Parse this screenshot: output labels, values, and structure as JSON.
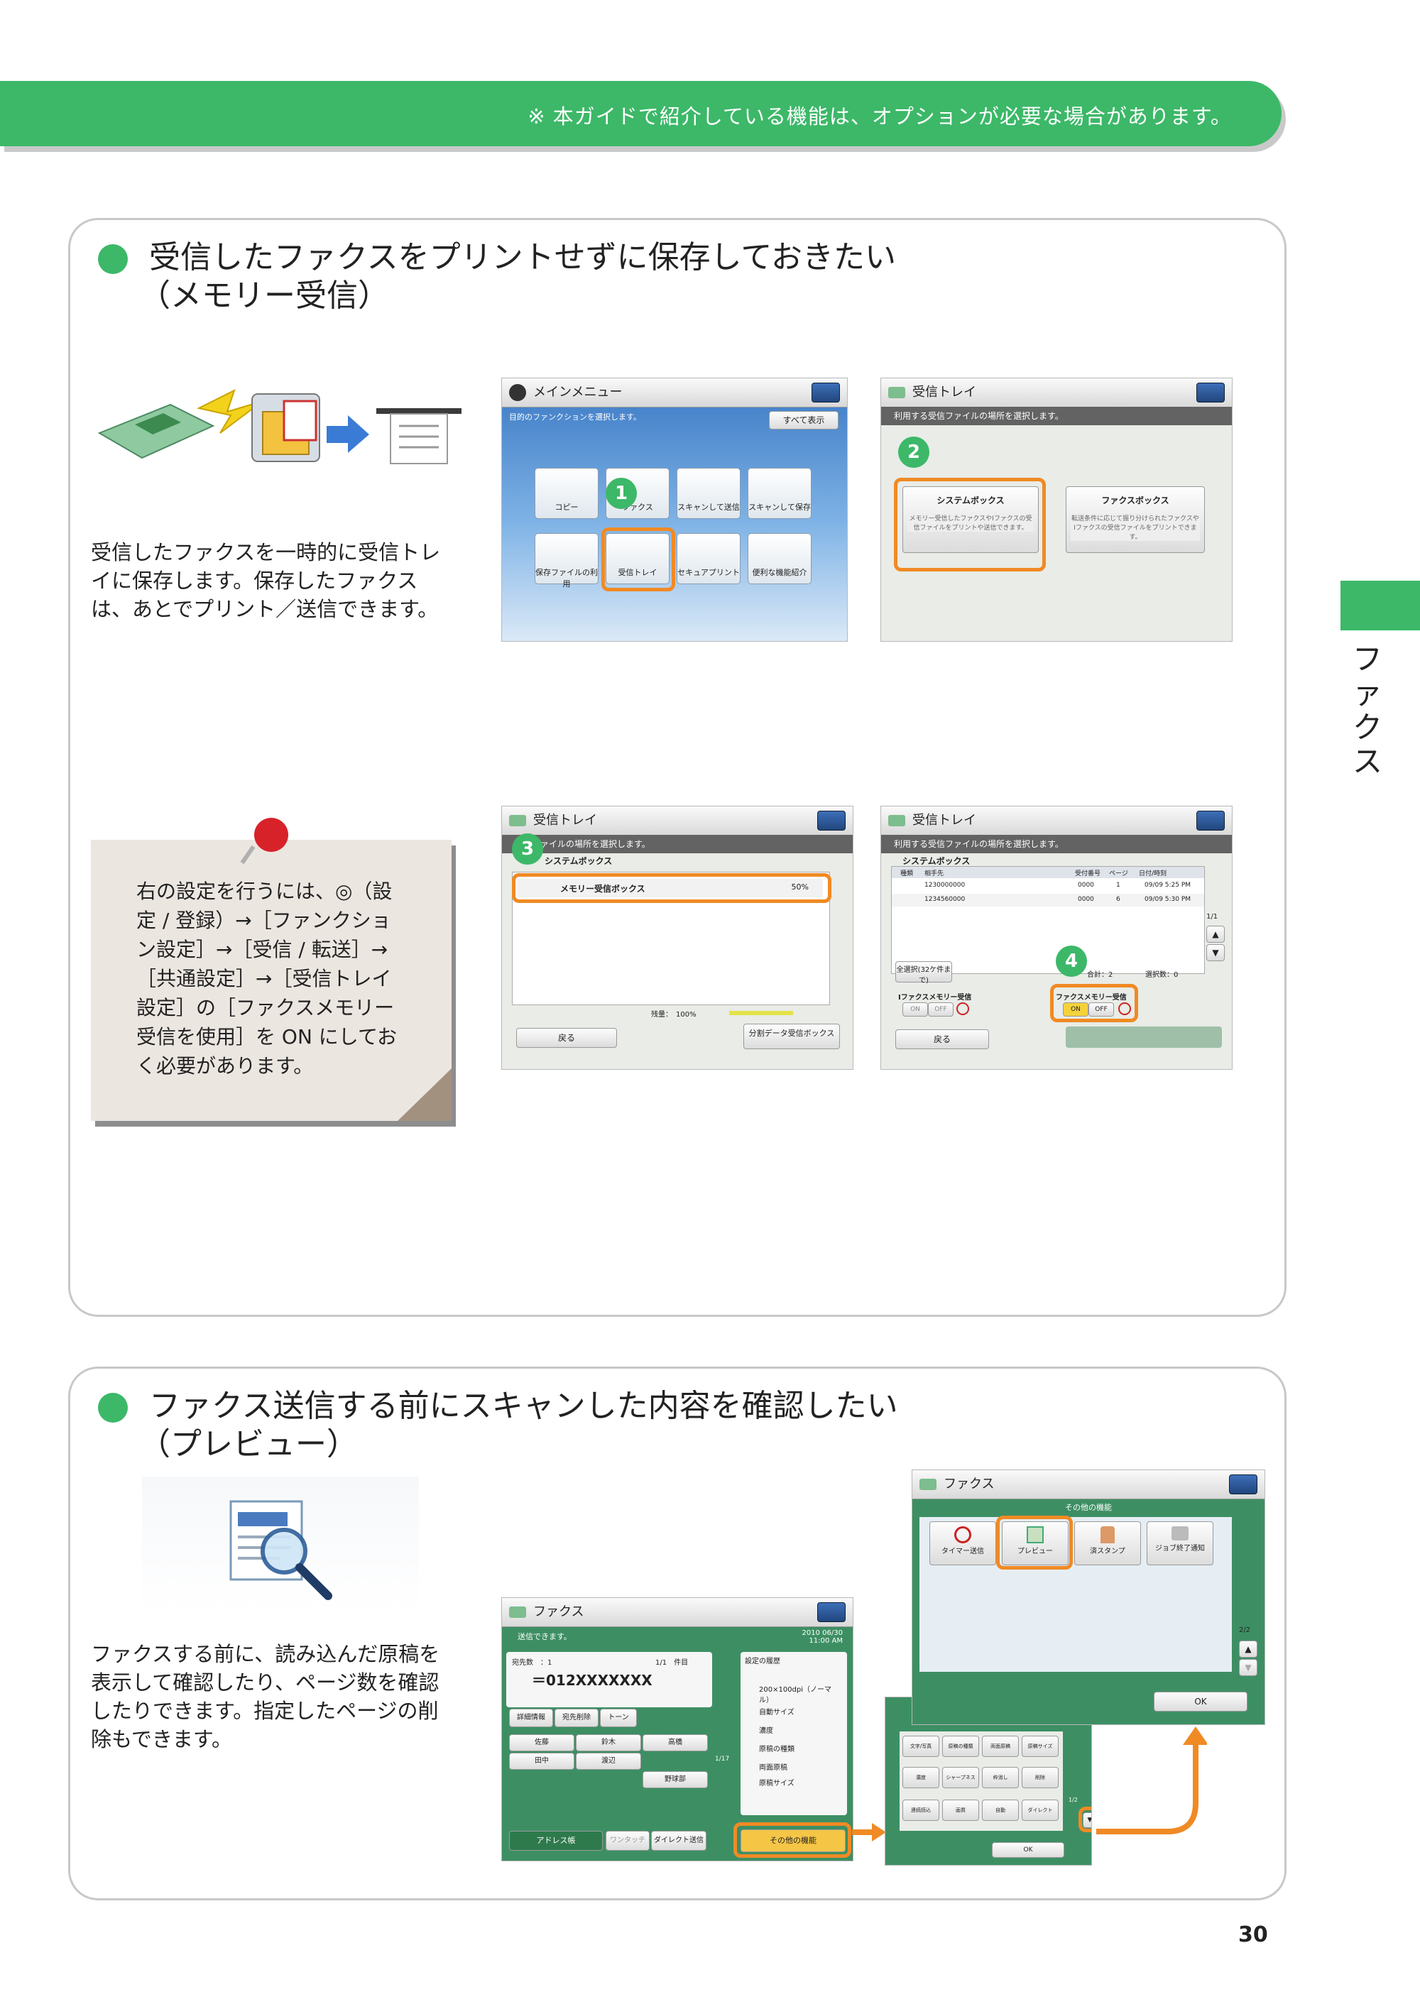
{
  "banner": {
    "note": "※ 本ガイドで紹介している機能は、オプションが必要な場合があります。"
  },
  "side_tab": {
    "label": "ファクス"
  },
  "section1": {
    "title_line1": "受信したファクスをプリントせずに保存しておきたい",
    "title_line2": "（メモリー受信）",
    "description": "受信したファクスを一時的に受信トレイに保存します。保存したファクスは、あとでプリント／送信できます。",
    "note": "右の設定を行うには、◎（設定 / 登録）→［ファンクション設定］→［受信 / 転送］→［共通設定］→［受信トレイ設定］の［ファクスメモリー受信を使用］を ON にしておく必要があります。",
    "screen1": {
      "title": "メインメニュー",
      "subtitle": "目的のファンクションを選択します。",
      "show_all": "すべて表示",
      "badge": "1",
      "tiles": [
        "コピー",
        "ファクス",
        "スキャンして送信",
        "スキャンして保存",
        "保存ファイルの利用",
        "受信トレイ",
        "セキュアプリント",
        "便利な機能紹介"
      ]
    },
    "screen2": {
      "title": "受信トレイ",
      "subtitle": "利用する受信ファイルの場所を選択します。",
      "badge": "2",
      "system_box": "システムボックス",
      "system_box_desc": "メモリー受信したファクスやIファクスの受信ファイルをプリントや送信できます。",
      "fax_box": "ファクスボックス",
      "fax_box_desc": "転送条件に応じて振り分けられたファクスやIファクスの受信ファイルをプリントできます。"
    },
    "screen3": {
      "title": "受信トレイ",
      "subtitle": "受信ファイルの場所を選択します。",
      "badge": "3",
      "header": "システムボックス",
      "row_label": "メモリー受信ボックス",
      "row_percent": "50%",
      "remaining": "残量：　100%",
      "back": "戻る",
      "split_data": "分割データ受信ボックス"
    },
    "screen4": {
      "title": "受信トレイ",
      "subtitle": "利用する受信ファイルの場所を選択します。",
      "badge": "4",
      "header": "システムボックス",
      "columns": [
        "種類",
        "相手先",
        "受付番号",
        "ページ",
        "日付/時刻"
      ],
      "rows": [
        {
          "dest": "1230000000",
          "no": "0000",
          "pages": "1",
          "date": "09/09 5:25 PM"
        },
        {
          "dest": "1234560000",
          "no": "0000",
          "pages": "6",
          "date": "09/09 5:30 PM"
        }
      ],
      "page": "1/1",
      "select_all": "全選択(32ケ件まで)",
      "total": "合計：2",
      "selected": "選択数：0",
      "i_fax_memory": "Iファクスメモリー受信",
      "fax_memory": "ファクスメモリー受信",
      "on": "ON",
      "off": "OFF",
      "back": "戻る"
    }
  },
  "section2": {
    "title_line1": "ファクス送信する前にスキャンした内容を確認したい",
    "title_line2": "（プレビュー）",
    "description": "ファクスする前に、読み込んだ原稿を表示して確認したり、ページ数を確認したりできます。指定したページの削除もできます。",
    "screen5": {
      "title": "ファクス",
      "status": "送信できます。",
      "datetime": "2010 06/30 11:00 AM",
      "dest_count": "宛先数　：1",
      "page_info": "1/1　件目",
      "number": "＝012XXXXXXX",
      "detail": "詳細情報",
      "delete": "宛先削除",
      "tone": "トーン",
      "contacts": [
        "佐藤",
        "鈴木",
        "高橋",
        "田中",
        "渡辺",
        "野球部"
      ],
      "contacts_page": "1/17",
      "fav": "設定の履歴",
      "resolution": "200×100dpi（ノーマル）",
      "auto_size": "自動サイズ",
      "density": "濃度",
      "orig_type": "原稿の種類",
      "duplex": "両面原稿",
      "orig_size": "原稿サイズ",
      "address_book": "アドレス帳",
      "onetouch": "ワンタッチ",
      "direct": "ダイレクト送信",
      "other": "その他の機能"
    },
    "screen6": {
      "labels": [
        "文字/写真",
        "原稿の種類",
        "両面原稿",
        "原稿サイズ",
        "濃度",
        "シャープネス",
        "枠消し",
        "削除",
        "連続読込",
        "画質",
        "自動",
        "ダイレクト"
      ],
      "page": "1/2",
      "ok": "OK"
    },
    "screen7": {
      "title": "ファクス",
      "subheader": "その他の機能",
      "buttons": [
        "タイマー送信",
        "プレビュー",
        "済スタンプ",
        "ジョブ終了通知"
      ],
      "page": "2/2",
      "ok": "OK"
    }
  },
  "page_number": "30",
  "colors": {
    "green": "#3cb868",
    "orange": "#f08a24",
    "gray_border": "#c8c8c8"
  }
}
